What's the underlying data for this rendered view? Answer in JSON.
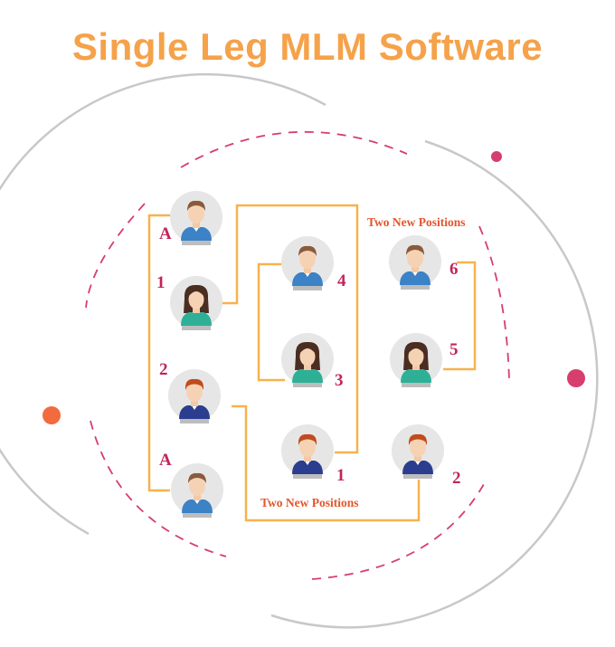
{
  "title": "Single Leg MLM Software",
  "colors": {
    "title": "#f5a24a",
    "connector": "#f7b24d",
    "dashed_ring": "#d63e6e",
    "label": "#c2255c",
    "note": "#e2562b",
    "avatar_bg": "#e6e6e6",
    "dot_orange": "#f26a3d",
    "dot_pink": "#d63e6e"
  },
  "labels": {
    "a_top": "A",
    "one_left": "1",
    "two_left": "2",
    "a_bottom": "A",
    "four": "4",
    "three": "3",
    "one_mid": "1",
    "six": "6",
    "five": "5",
    "two_right": "2"
  },
  "notes": {
    "top": "Two New Positions",
    "bottom": "Two New Positions"
  },
  "avatars": [
    {
      "name": "avatar-a-top",
      "icon": "man-blue-shirt"
    },
    {
      "name": "avatar-1-left",
      "icon": "woman-green-shirt"
    },
    {
      "name": "avatar-2-left",
      "icon": "man-redhair-navy-shirt"
    },
    {
      "name": "avatar-a-bottom",
      "icon": "man-blue-shirt"
    },
    {
      "name": "avatar-4",
      "icon": "man-blue-shirt"
    },
    {
      "name": "avatar-3",
      "icon": "woman-green-shirt"
    },
    {
      "name": "avatar-1-mid",
      "icon": "man-redhair-navy-shirt"
    },
    {
      "name": "avatar-6",
      "icon": "man-blue-shirt"
    },
    {
      "name": "avatar-5",
      "icon": "woman-green-shirt"
    },
    {
      "name": "avatar-2-right",
      "icon": "man-redhair-navy-shirt"
    }
  ]
}
